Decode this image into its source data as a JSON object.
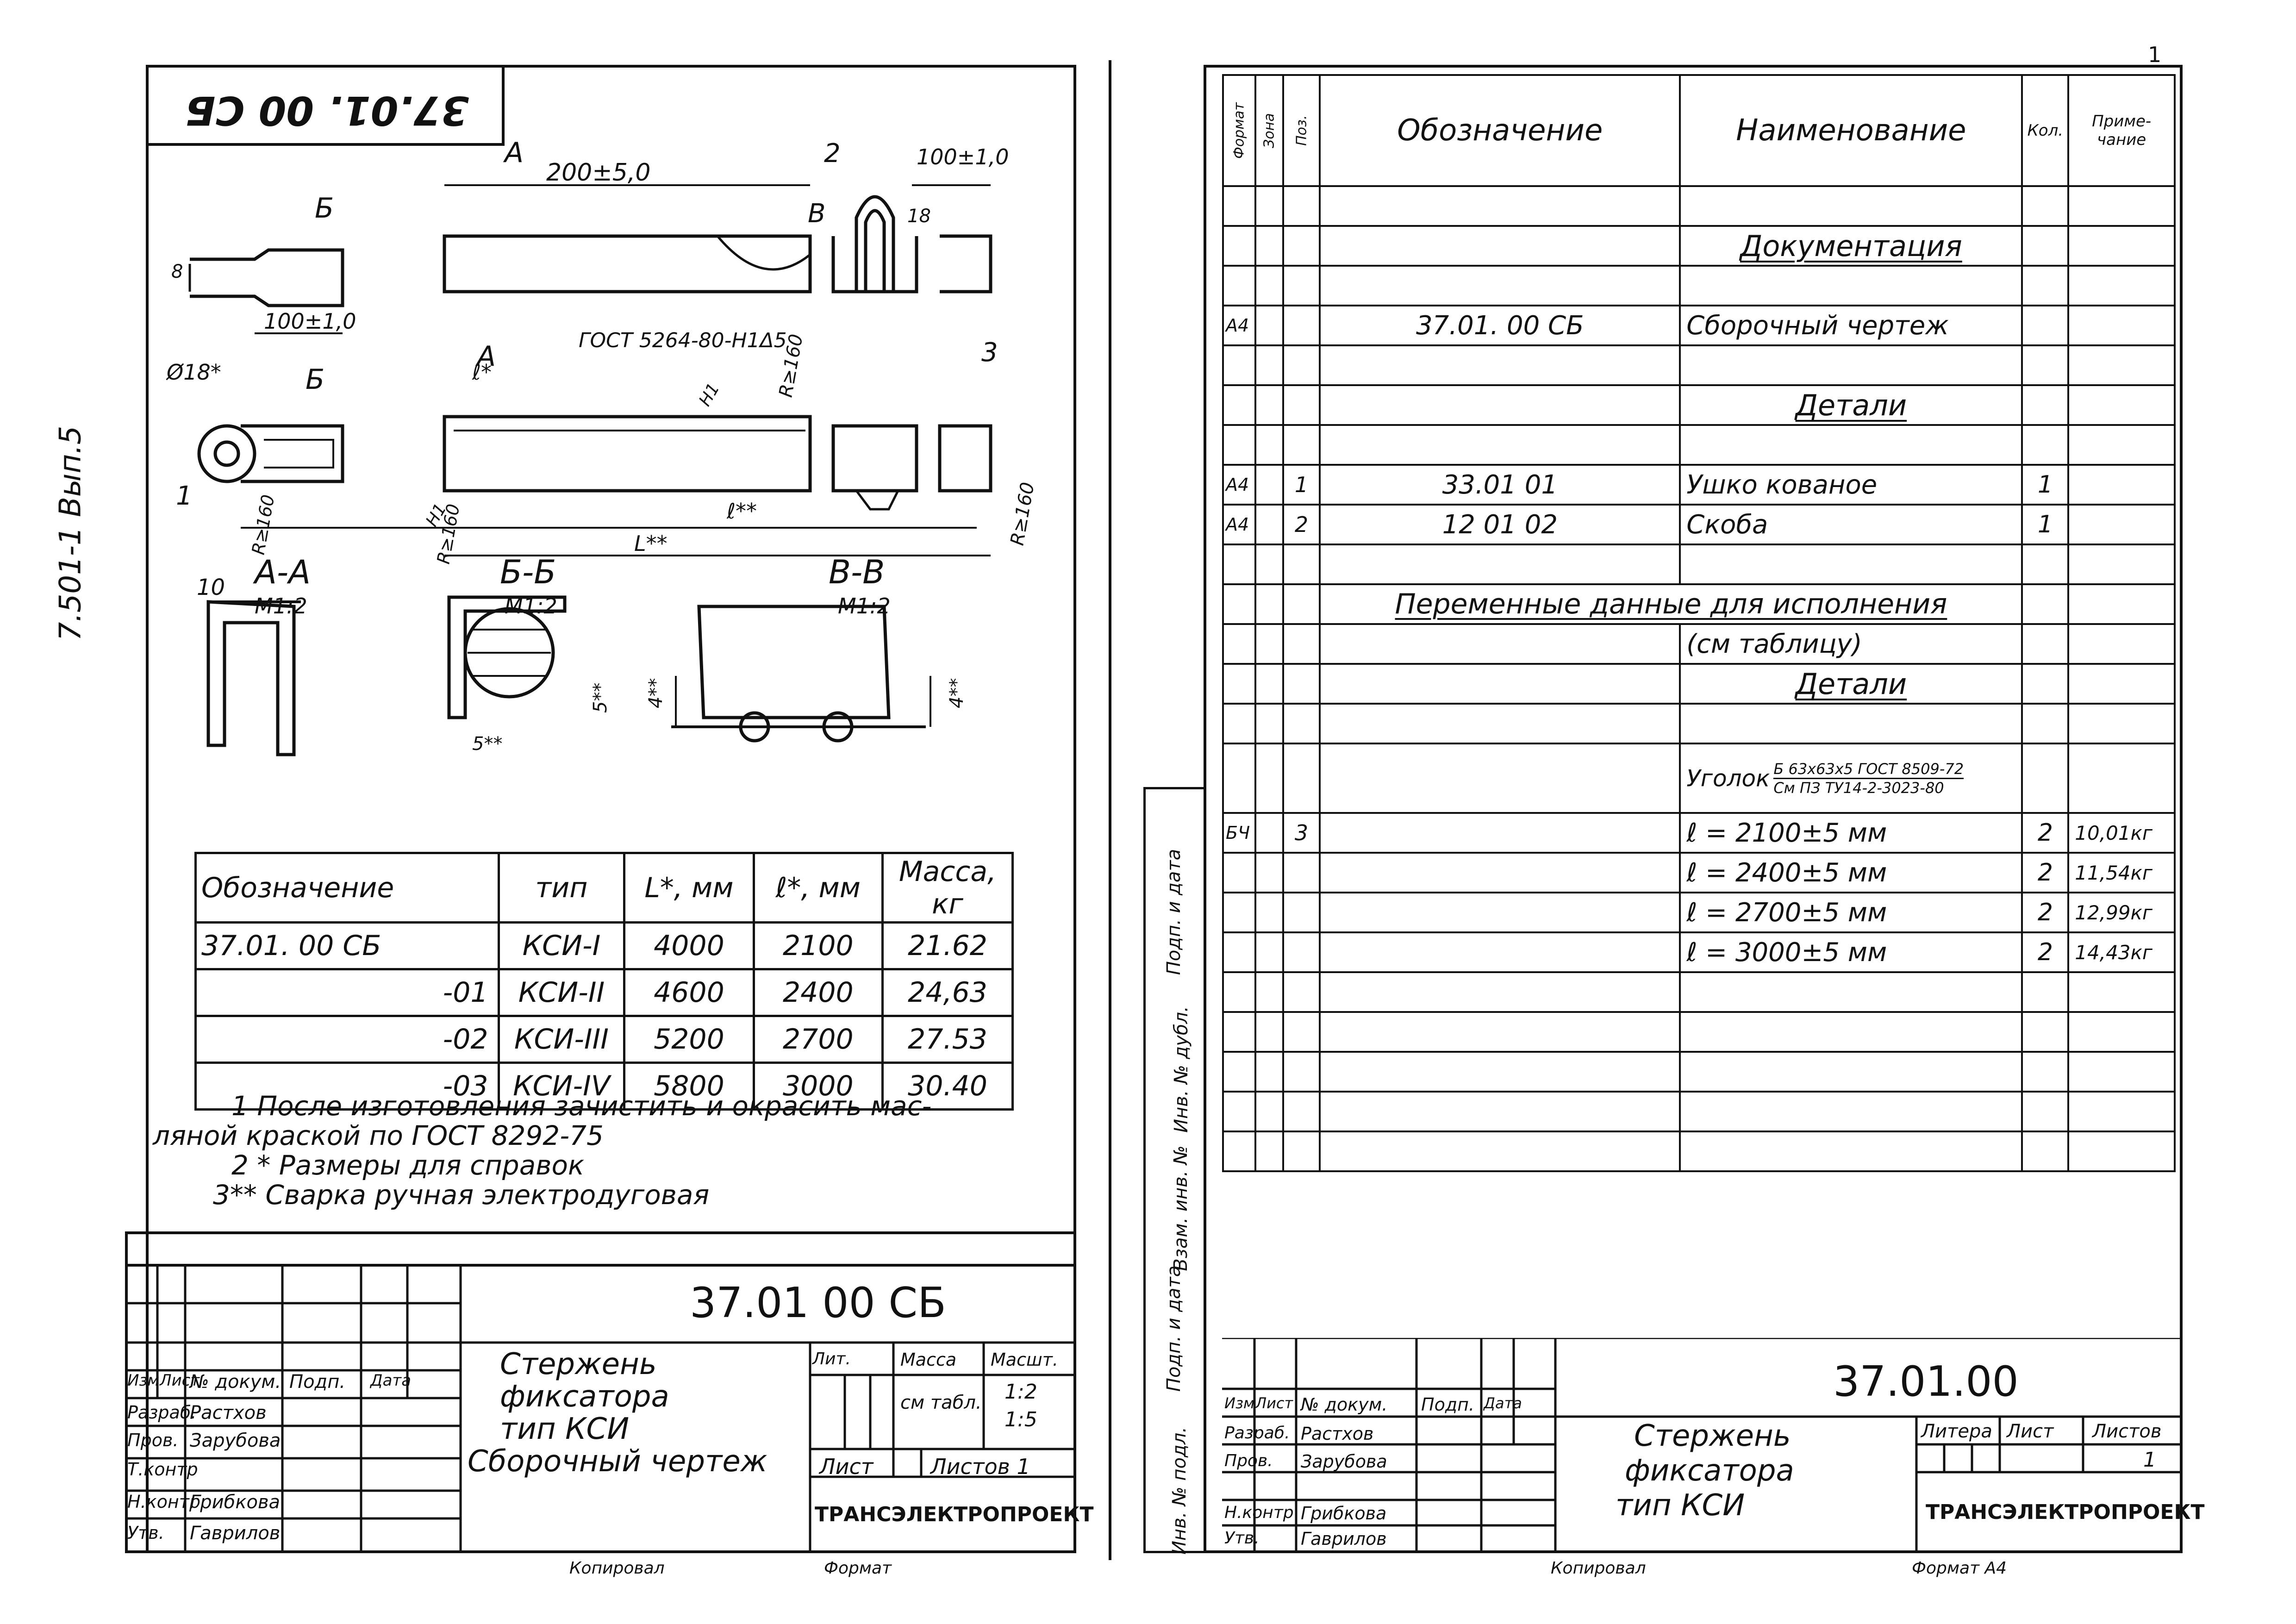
{
  "left_sheet": {
    "stamp_code": "37.01. 00 СБ",
    "side_label": "7.501-1 Вып.5",
    "dims": {
      "d200": "200±5,0",
      "d100a": "100±1,0",
      "d100b": "100±1,0",
      "d10": "10",
      "d18": "18",
      "d8": "8",
      "phi18": "Ø18*",
      "gost_weld": "ГОСТ 5264-80-Н1Δ5",
      "l_star": "ℓ*",
      "l_star2": "ℓ**",
      "L_star": "L**",
      "r160a": "R≥160",
      "r160b": "R≥160",
      "r160c": "R≥160",
      "r160d": "R≥160",
      "n1a": "Н1",
      "n1b": "Н1",
      "w5": "5**",
      "w5b": "5**",
      "w4a": "4**",
      "w4b": "4**"
    },
    "markers": {
      "A": "А",
      "B": "Б",
      "V": "В",
      "p1": "1",
      "p2": "2",
      "p3": "3"
    },
    "sections": [
      {
        "title": "А-А",
        "scale": "М1:2"
      },
      {
        "title": "Б-Б",
        "scale": "М1:2"
      },
      {
        "title": "В-В",
        "scale": "М1:2"
      }
    ],
    "variants_table": {
      "headers": [
        "Обозначение",
        "тип",
        "L*, мм",
        "ℓ*, мм",
        "Масса, кг"
      ],
      "rows": [
        [
          "37.01. 00 СБ",
          "КСИ-I",
          "4000",
          "2100",
          "21.62"
        ],
        [
          "-01",
          "КСИ-II",
          "4600",
          "2400",
          "24,63"
        ],
        [
          "-02",
          "КСИ-III",
          "5200",
          "2700",
          "27.53"
        ],
        [
          "-03",
          "КСИ-IV",
          "5800",
          "3000",
          "30.40"
        ]
      ]
    },
    "notes": [
      "1 После изготовления зачистить и окрасить мас-",
      "ляной краской по ГОСТ 8292-75",
      "2 * Размеры для справок",
      "3** Сварка ручная электродуговая"
    ],
    "title_block": {
      "code": "37.01 00 СБ",
      "name_lines": [
        "Стержень",
        "фиксатора",
        "тип КСИ",
        "Сборочный чертеж"
      ],
      "col_headers": [
        "Лит.",
        "Масса",
        "Масшт."
      ],
      "mass": "см табл.",
      "scale_lines": [
        "1:2",
        "1:5"
      ],
      "sheet": "Лист",
      "sheets": "Листов 1",
      "org": "ТРАНСЭЛЕКТРОПРОЕКТ",
      "rev_headers": [
        "Изм",
        "Лист",
        "№ докум.",
        "Подп.",
        "Дата"
      ],
      "roles": [
        [
          "Разраб.",
          "Растхов"
        ],
        [
          "Пров.",
          "Зарубова"
        ],
        [
          "Т.контр",
          ""
        ],
        [
          "Н.контр",
          "Грибкова"
        ],
        [
          "Утв.",
          "Гаврилов"
        ]
      ],
      "bottom": [
        "Копировал",
        "Формат"
      ]
    }
  },
  "right_sheet": {
    "corner_label": "1",
    "spec_headers": [
      "Формат",
      "Зона",
      "Поз.",
      "Обозначение",
      "Наименование",
      "Кол.",
      "Приме-чание"
    ],
    "spec_rows": [
      {
        "fmt": "",
        "zone": "",
        "pos": "",
        "code": "",
        "name": "",
        "qty": "",
        "note": ""
      },
      {
        "fmt": "",
        "zone": "",
        "pos": "",
        "code": "",
        "name": "Документация",
        "qty": "",
        "note": "",
        "heading": true
      },
      {
        "fmt": "",
        "zone": "",
        "pos": "",
        "code": "",
        "name": "",
        "qty": "",
        "note": ""
      },
      {
        "fmt": "А4",
        "zone": "",
        "pos": "",
        "code": "37.01. 00 СБ",
        "name": "Сборочный чертеж",
        "qty": "",
        "note": ""
      },
      {
        "fmt": "",
        "zone": "",
        "pos": "",
        "code": "",
        "name": "",
        "qty": "",
        "note": ""
      },
      {
        "fmt": "",
        "zone": "",
        "pos": "",
        "code": "",
        "name": "Детали",
        "qty": "",
        "note": "",
        "heading": true
      },
      {
        "fmt": "",
        "zone": "",
        "pos": "",
        "code": "",
        "name": "",
        "qty": "",
        "note": ""
      },
      {
        "fmt": "А4",
        "zone": "",
        "pos": "1",
        "code": "33.01 01",
        "name": "Ушко кованое",
        "qty": "1",
        "note": ""
      },
      {
        "fmt": "А4",
        "zone": "",
        "pos": "2",
        "code": "12 01 02",
        "name": "Скоба",
        "qty": "1",
        "note": ""
      },
      {
        "fmt": "",
        "zone": "",
        "pos": "",
        "code": "",
        "name": "",
        "qty": "",
        "note": ""
      },
      {
        "fmt": "",
        "zone": "",
        "pos": "",
        "code": "",
        "name": "",
        "qty": "",
        "note": "",
        "wide": "Переменные данные для исполнения"
      },
      {
        "fmt": "",
        "zone": "",
        "pos": "",
        "code": "",
        "name": "(см таблицу)",
        "qty": "",
        "note": ""
      },
      {
        "fmt": "",
        "zone": "",
        "pos": "",
        "code": "",
        "name": "Детали",
        "qty": "",
        "note": "",
        "heading": true
      },
      {
        "fmt": "",
        "zone": "",
        "pos": "",
        "code": "",
        "name": "",
        "qty": "",
        "note": ""
      },
      {
        "fmt": "",
        "zone": "",
        "pos": "",
        "code": "",
        "name": "Уголок",
        "qty": "",
        "note": "",
        "sub1": "Б 63х63х5 ГОСТ 8509-72",
        "sub2": "См ПЗ ТУ14-2-3023-80",
        "tall": true
      },
      {
        "fmt": "БЧ",
        "zone": "",
        "pos": "3",
        "code": "",
        "name": "ℓ = 2100±5 мм",
        "qty": "2",
        "note": "10,01кг"
      },
      {
        "fmt": "",
        "zone": "",
        "pos": "",
        "code": "",
        "name": "ℓ = 2400±5 мм",
        "qty": "2",
        "note": "11,54кг"
      },
      {
        "fmt": "",
        "zone": "",
        "pos": "",
        "code": "",
        "name": "ℓ = 2700±5 мм",
        "qty": "2",
        "note": "12,99кг"
      },
      {
        "fmt": "",
        "zone": "",
        "pos": "",
        "code": "",
        "name": "ℓ = 3000±5 мм",
        "qty": "2",
        "note": "14,43кг"
      },
      {
        "fmt": "",
        "zone": "",
        "pos": "",
        "code": "",
        "name": "",
        "qty": "",
        "note": ""
      },
      {
        "fmt": "",
        "zone": "",
        "pos": "",
        "code": "",
        "name": "",
        "qty": "",
        "note": ""
      },
      {
        "fmt": "",
        "zone": "",
        "pos": "",
        "code": "",
        "name": "",
        "qty": "",
        "note": ""
      },
      {
        "fmt": "",
        "zone": "",
        "pos": "",
        "code": "",
        "name": "",
        "qty": "",
        "note": ""
      },
      {
        "fmt": "",
        "zone": "",
        "pos": "",
        "code": "",
        "name": "",
        "qty": "",
        "note": ""
      }
    ],
    "side_labels": [
      "Подп. и дата",
      "Инв. № дубл.",
      "Взам. инв. №",
      "Подп. и дата",
      "Инв. № подл."
    ],
    "title_block": {
      "code": "37.01.00",
      "name_lines": [
        "Стержень",
        "фиксатора",
        "тип КСИ"
      ],
      "col_headers": [
        "Литера",
        "Лист",
        "Листов"
      ],
      "sheets": "1",
      "org": "ТРАНСЭЛЕКТРОПРОЕКТ",
      "rev_headers": [
        "Изм",
        "Лист",
        "№ докум.",
        "Подп.",
        "Дата"
      ],
      "roles": [
        [
          "Разраб.",
          "Растхов"
        ],
        [
          "Пров.",
          "Зарубова"
        ],
        [
          "",
          ""
        ],
        [
          "Н.контр",
          "Грибкова"
        ],
        [
          "Утв.",
          "Гаврилов"
        ]
      ],
      "bottom": [
        "Копировал",
        "Формат А4"
      ]
    }
  }
}
